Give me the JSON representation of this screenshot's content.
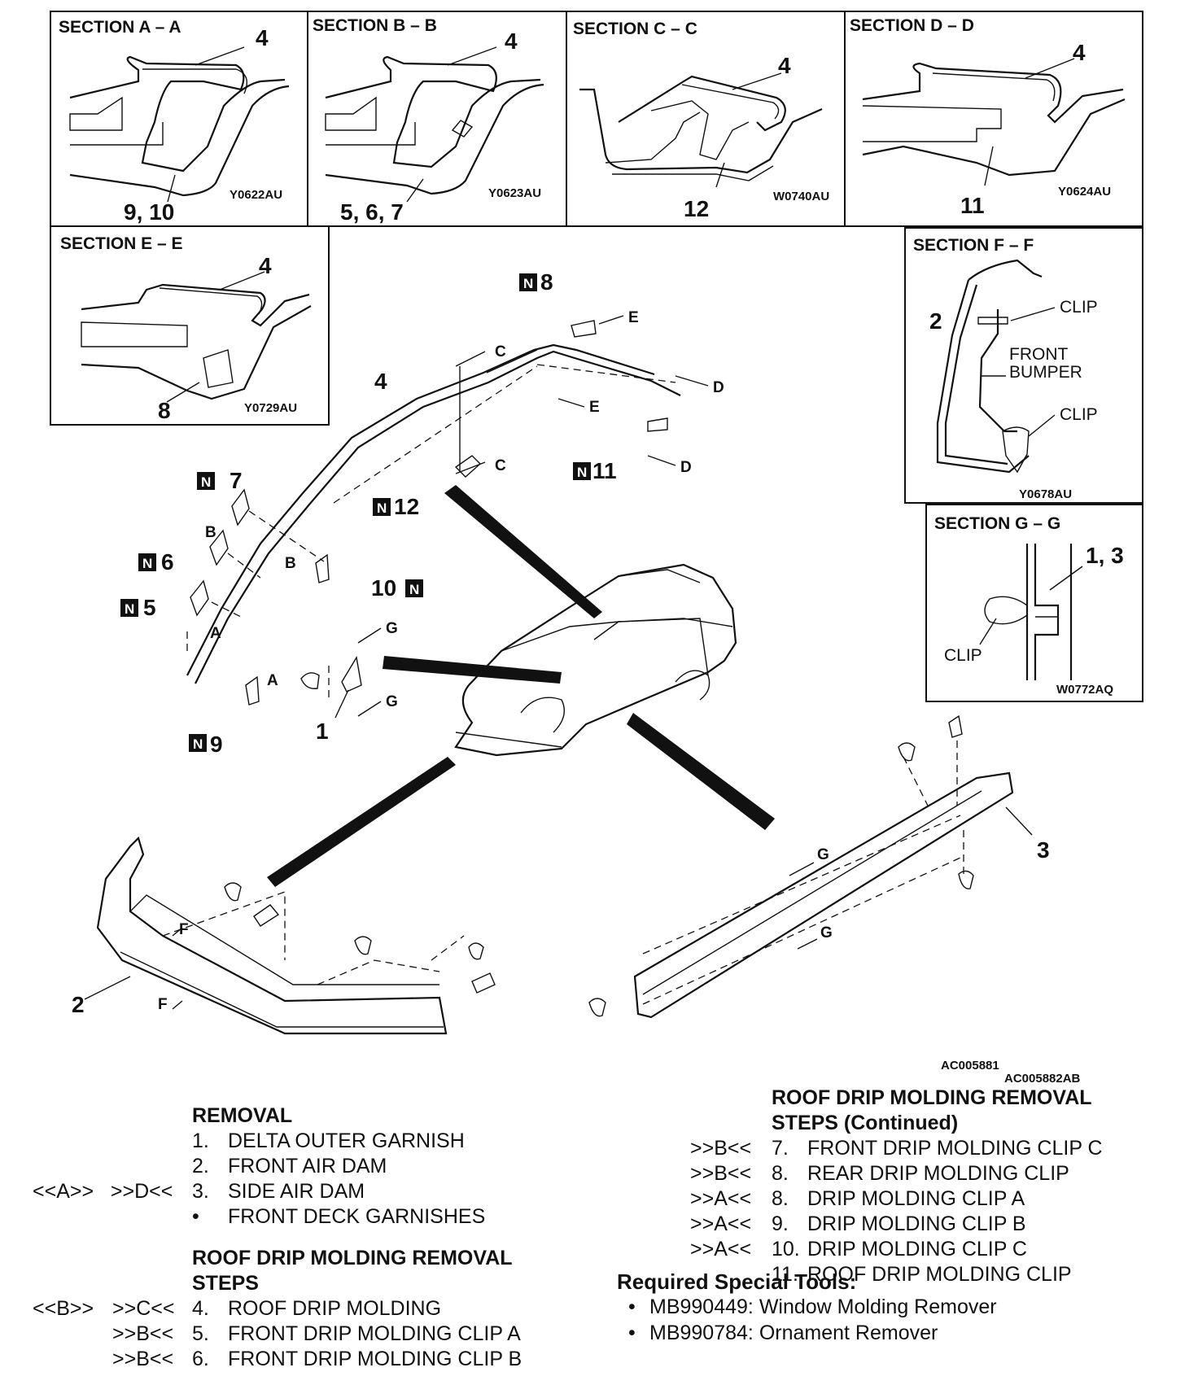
{
  "sections": [
    {
      "title": "SECTION A – A",
      "callouts": [
        "4",
        "9, 10"
      ],
      "code": "Y0622AU"
    },
    {
      "title": "SECTION B – B",
      "callouts": [
        "4",
        "5, 6, 7"
      ],
      "code": "Y0623AU"
    },
    {
      "title": "SECTION C – C",
      "callouts": [
        "4",
        "12"
      ],
      "code": "W0740AU"
    },
    {
      "title": "SECTION D – D",
      "callouts": [
        "4",
        "11"
      ],
      "code": "Y0624AU"
    },
    {
      "title": "SECTION E – E",
      "callouts": [
        "4",
        "8"
      ],
      "code": "Y0729AU"
    },
    {
      "title": "SECTION F – F",
      "callouts": [
        "2"
      ],
      "labels": [
        "CLIP",
        "FRONT",
        "BUMPER",
        "CLIP"
      ],
      "code": "Y0678AU"
    },
    {
      "title": "SECTION G – G",
      "callouts": [
        "1, 3"
      ],
      "labels": [
        "CLIP"
      ],
      "code": "W0772AQ"
    }
  ],
  "main_callouts": {
    "n_badge": "N",
    "part_numbers": [
      "1",
      "2",
      "3",
      "4",
      "5",
      "6",
      "7",
      "8",
      "9",
      "10",
      "11",
      "12"
    ],
    "section_arrows": [
      "A",
      "A",
      "B",
      "B",
      "C",
      "C",
      "D",
      "D",
      "E",
      "E",
      "F",
      "F",
      "G",
      "G",
      "G",
      "G"
    ]
  },
  "figure_codes": [
    "AC005881",
    "AC005882AB"
  ],
  "removal": {
    "heading": "REMOVAL",
    "items": [
      {
        "codes": "",
        "num": "1.",
        "text": "DELTA OUTER GARNISH"
      },
      {
        "codes": "",
        "num": "2.",
        "text": "FRONT AIR DAM"
      },
      {
        "codes": "<<A>>   >>D<<",
        "num": "3.",
        "text": "SIDE AIR DAM"
      },
      {
        "codes": "",
        "num": "•",
        "text": "FRONT DECK GARNISHES"
      }
    ]
  },
  "roof_steps": {
    "heading": "ROOF DRIP MOLDING REMOVAL",
    "heading2": "STEPS",
    "items": [
      {
        "code1": "<<B>>",
        "code2": ">>C<<",
        "num": "4.",
        "text": "ROOF DRIP MOLDING"
      },
      {
        "code1": "",
        "code2": ">>B<<",
        "num": "5.",
        "text": "FRONT DRIP MOLDING CLIP A"
      },
      {
        "code1": "",
        "code2": ">>B<<",
        "num": "6.",
        "text": "FRONT DRIP MOLDING CLIP B"
      }
    ]
  },
  "roof_steps_continued": {
    "heading": "ROOF DRIP MOLDING REMOVAL",
    "heading2": "STEPS (Continued)",
    "items": [
      {
        "code": ">>B<<",
        "num": "7.",
        "text": "FRONT DRIP MOLDING CLIP C"
      },
      {
        "code": ">>B<<",
        "num": "8.",
        "text": "REAR DRIP MOLDING CLIP"
      },
      {
        "code": ">>A<<",
        "num": "8.",
        "text": "DRIP MOLDING CLIP A"
      },
      {
        "code": ">>A<<",
        "num": "9.",
        "text": "DRIP MOLDING CLIP B"
      },
      {
        "code": ">>A<<",
        "num": "10.",
        "text": "DRIP MOLDING CLIP C"
      },
      {
        "code": "",
        "num": "11.",
        "text": "ROOF DRIP MOLDING CLIP"
      }
    ]
  },
  "tools": {
    "heading": "Required Special Tools:",
    "items": [
      "MB990449: Window Molding Remover",
      "MB990784: Ornament Remover"
    ]
  }
}
